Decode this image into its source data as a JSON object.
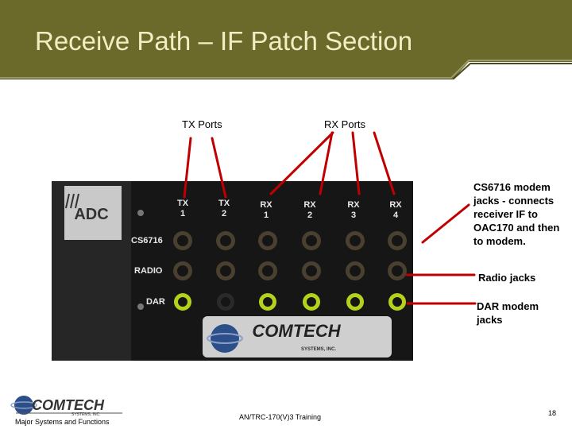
{
  "slide": {
    "title": "Receive Path – IF Patch Section",
    "tx_ports_label": "TX Ports",
    "rx_ports_label": "RX Ports",
    "callouts": {
      "cs6716": "CS6716 modem jacks - connects receiver IF to OAC170 and then to modem.",
      "radio": "Radio jacks",
      "dar": "DAR modem jacks"
    },
    "colors": {
      "title_bg": "#6b6a2a",
      "title_text": "#f2eec4",
      "pointer_line": "#c00000"
    }
  },
  "panel": {
    "brand": "ADC",
    "row_labels": [
      "CS6716",
      "RADIO",
      "DAR"
    ],
    "columns": [
      {
        "top": "TX",
        "bottom": "1"
      },
      {
        "top": "TX",
        "bottom": "2"
      },
      {
        "top": "RX",
        "bottom": "1"
      },
      {
        "top": "RX",
        "bottom": "2"
      },
      {
        "top": "RX",
        "bottom": "3"
      },
      {
        "top": "RX",
        "bottom": "4"
      }
    ],
    "plate_brand": "COMTECH",
    "plate_sub": "SYSTEMS, INC."
  },
  "footer": {
    "logo_text": "COMTECH",
    "logo_sub": "SYSTEMS, INC.",
    "left": "Major Systems and Functions",
    "center": "AN/TRC-170(V)3 Training",
    "page": "18"
  }
}
